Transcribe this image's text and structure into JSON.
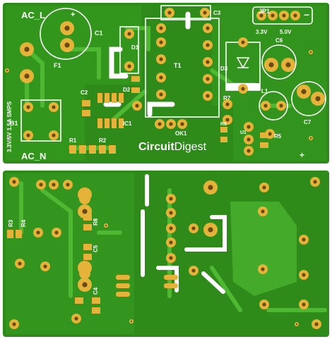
{
  "top_board": {
    "labels": {
      "ac_l": "AC_L",
      "ac_n": "AC_N",
      "jp1": "JP1",
      "v33": "3.3V",
      "v50": "5.0V",
      "c1": "C1",
      "c2": "C2",
      "c3": "C3",
      "c6": "C6",
      "c7": "C7",
      "d1": "D1",
      "d2": "D2",
      "d3": "D3",
      "t1": "T1",
      "f1": "F1",
      "b1": "B1",
      "r1": "R1",
      "r2": "R2",
      "r5": "R5",
      "r6": "R6",
      "r7": "R7",
      "l1": "L1",
      "ic1": "IC1",
      "u1": "U1",
      "ok1": "OK1",
      "smps": "3.3V/5V 1.5A SMPS",
      "plus": "+",
      "minus": "−",
      "brand_bold": "Circuit",
      "brand_light": "Digest"
    }
  },
  "bottom_board": {
    "labels": {
      "r3": "R3",
      "r4": "R4",
      "r8": "R8",
      "c4": "C4",
      "c5": "C5"
    }
  },
  "colors": {
    "board_green": "#2e8b1a",
    "copper_pour": "#3aa322",
    "trace_green": "#4fb832",
    "pad_gold": "#e6b33a",
    "pad_hole": "#6b4a12",
    "silkscreen": "#ffffff"
  }
}
